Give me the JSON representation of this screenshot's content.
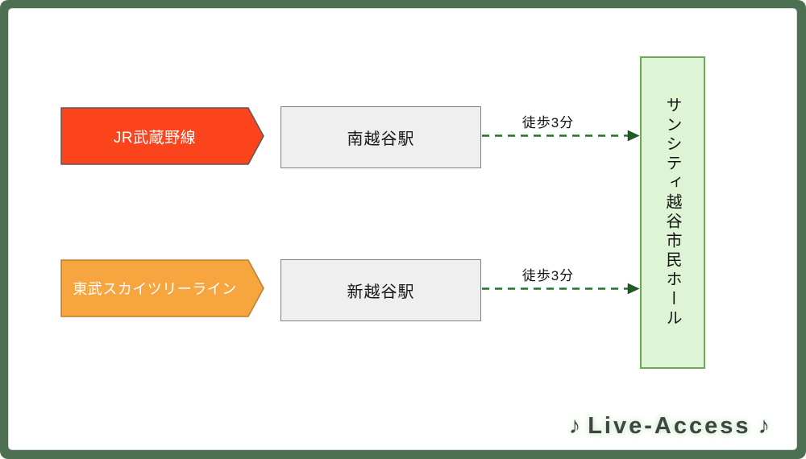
{
  "frame": {
    "background_color": "#4d7053",
    "card_background_color": "#ffffff"
  },
  "routes": [
    {
      "line_label": "JR武蔵野線",
      "line_fill": "#fb431c",
      "line_border": "#5a5a5a",
      "station_label": "南越谷駅",
      "walk_label": "徒歩3分"
    },
    {
      "line_label": "東武スカイツリーライン",
      "line_fill": "#f6a53f",
      "line_border": "#c07b2a",
      "station_label": "新越谷駅",
      "walk_label": "徒歩3分"
    }
  ],
  "station_box": {
    "fill": "#efefef",
    "border": "#828282"
  },
  "connector": {
    "color": "#27702c",
    "style": "dashed-arrow"
  },
  "destination": {
    "label": "サンシティ越谷市民ホール",
    "fill": "#ddf4d5",
    "border": "#6fa957"
  },
  "logo": {
    "note_left": "♪",
    "text": "Live-Access",
    "note_right": "♪"
  }
}
